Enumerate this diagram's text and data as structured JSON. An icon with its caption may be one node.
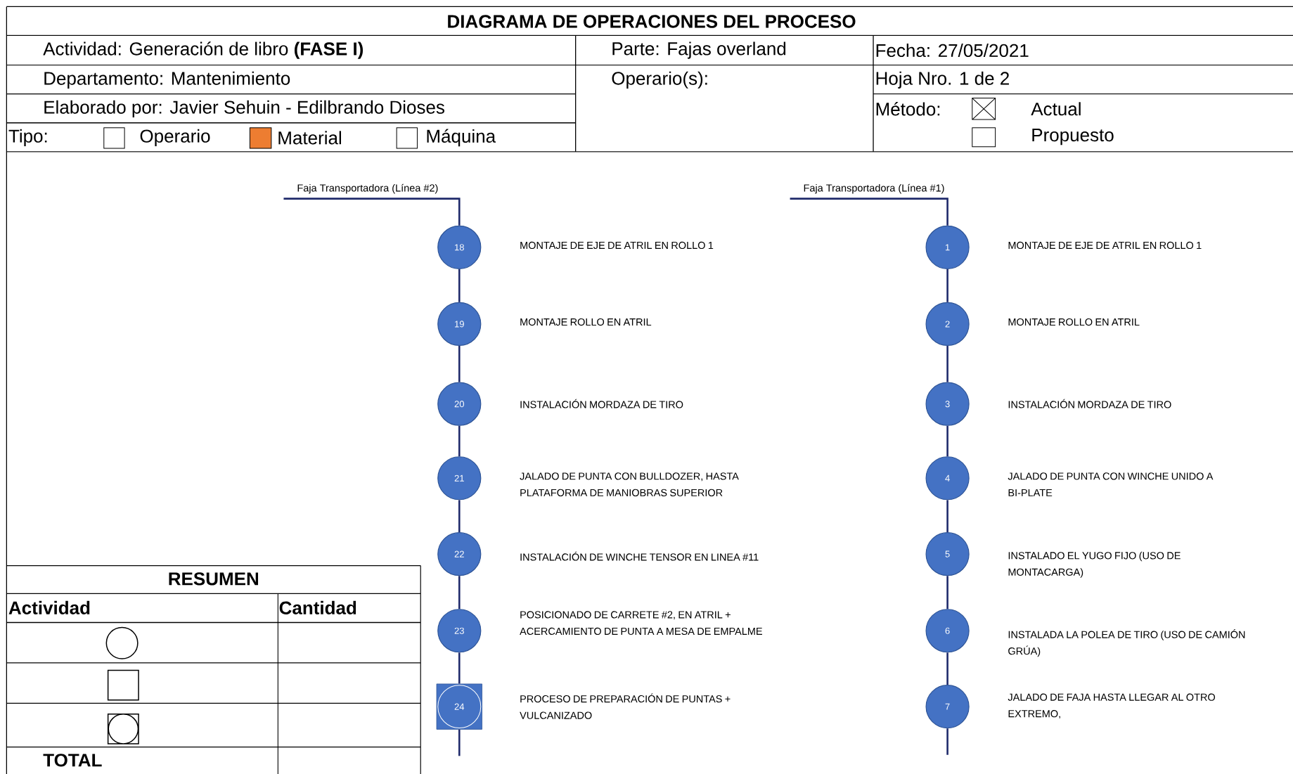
{
  "diagram": {
    "title": "DIAGRAMA DE OPERACIONES DEL PROCESO",
    "nodes": [
      {
        "text": [
          "Faja Transportadora (Línea #2)"
        ]
      },
      {
        "text": [
          "18"
        ],
        "beside": [
          "MONTAJE DE EJE DE ATRIL EN ROLLO 1"
        ]
      },
      {
        "text": [
          "19"
        ],
        "beside": [
          "MONTAJE ROLLO EN ATRIL"
        ]
      },
      {
        "text": [
          "20"
        ],
        "beside": [
          "INSTALACIÓN MORDAZA DE TIRO"
        ]
      },
      {
        "text": [
          "21"
        ],
        "beside": [
          "JALADO DE PUNTA CON BULLDOZER, HASTA PLATAFORMA DE MANIOBRAS SUPERIOR"
        ]
      },
      {
        "text": [
          "22"
        ],
        "beside": [
          "INSTALACIÓN DE WINCHE TENSOR EN LINEA #11"
        ]
      },
      {
        "text": [
          "23"
        ],
        "beside": [
          "POSICIONADO DE CARRETE #2, EN ATRIL + ACERCAMIENTO DE PUNTA A MESA DE EMPALME"
        ]
      },
      {
        "text": [
          "24"
        ],
        "beside": [
          "PROCESO DE PREPARACIÓN DE PUNTAS + VULCANIZADO"
        ]
      },
      {
        "text": [
          "Faja Transportadora (Línea #1)"
        ]
      },
      {
        "text": [
          "1"
        ],
        "beside": [
          "MONTAJE DE EJE DE ATRIL EN ROLLO 1"
        ]
      },
      {
        "text": [
          "2"
        ],
        "beside": [
          "MONTAJE ROLLO EN ATRIL"
        ]
      },
      {
        "text": [
          "3"
        ],
        "beside": [
          "INSTALACIÓN MORDAZA DE TIRO"
        ]
      },
      {
        "text": [
          "4"
        ],
        "beside": [
          "JALADO DE PUNTA CON WINCHE UNIDO A BI-PLATE"
        ]
      },
      {
        "text": [
          "5"
        ],
        "beside": [
          "INSTALADO EL YUGO FIJO (USO DE MONTACARGA)"
        ]
      },
      {
        "text": [
          "6"
        ],
        "beside": [
          "INSTALADA LA POLEA DE TIRO (USO DE CAMIÓN GRÚA)"
        ]
      },
      {
        "text": [
          "7"
        ],
        "beside": [
          "JALADO DE FAJA HASTA LLEGAR AL OTRO EXTREMO,"
        ]
      }
    ],
    "edges": [
      {
        "from": 0,
        "to": 1,
        "arrow": "none"
      },
      {
        "from": 1,
        "to": 2,
        "arrow": "none"
      },
      {
        "from": 2,
        "to": 3,
        "arrow": "none"
      },
      {
        "from": 3,
        "to": 4,
        "arrow": "none"
      },
      {
        "from": 4,
        "to": 5,
        "arrow": "none"
      },
      {
        "from": 5,
        "to": 6,
        "arrow": "none"
      },
      {
        "from": 6,
        "to": 7,
        "arrow": "none"
      },
      {
        "from": 7,
        "to": null,
        "arrow": "none"
      },
      {
        "from": 8,
        "to": 9,
        "arrow": "none"
      },
      {
        "from": 9,
        "to": 10,
        "arrow": "none"
      },
      {
        "from": 10,
        "to": 11,
        "arrow": "none"
      },
      {
        "from": 11,
        "to": 12,
        "arrow": "none"
      },
      {
        "from": 12,
        "to": 13,
        "arrow": "none"
      },
      {
        "from": 13,
        "to": 14,
        "arrow": "none"
      },
      {
        "from": 14,
        "to": 15,
        "arrow": "none"
      },
      {
        "from": 15,
        "to": null,
        "arrow": "none"
      }
    ],
    "labels": [
      "Actividad: Generación de libro **(FASE I)**",
      "Parte: Fajas overland",
      "Fecha: 27/05/2021",
      "Departamento: Mantenimiento",
      "Operario(s):",
      "Hoja Nro. 1 de 2",
      "Elaborado por: Javier Sehuin - Edilbrando Dioses",
      "Método:",
      "Actual",
      "Tipo:",
      "Operario",
      "Material",
      "Máquina",
      "Propuesto",
      "RESUMEN",
      "Actividad",
      "Cantidad",
      "TOTAL"
    ]
  }
}
